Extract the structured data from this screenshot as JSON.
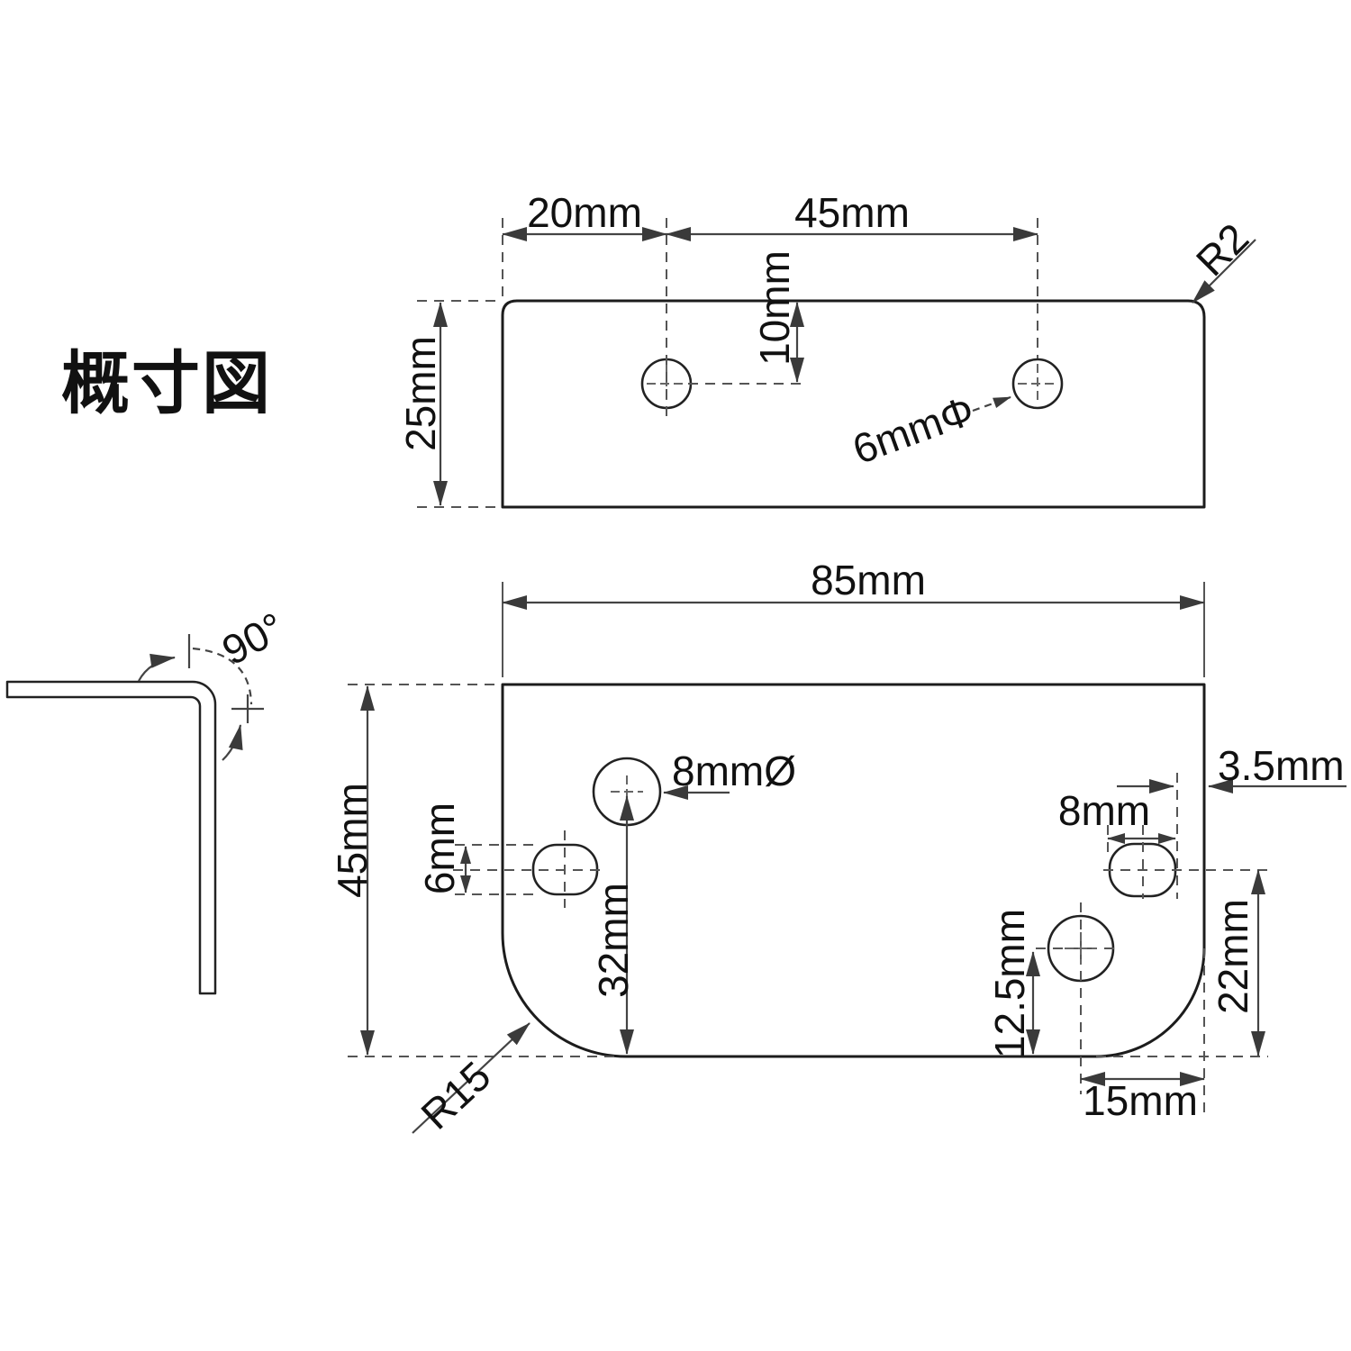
{
  "title": "概寸図",
  "top_view": {
    "dim_left_offset": "20mm",
    "dim_hole_spacing": "45mm",
    "dim_hole_top_offset": "10mm",
    "dim_height": "25mm",
    "corner_radius_label": "R2",
    "hole_diameter_label": "6mmΦ"
  },
  "front_view": {
    "dim_width": "85mm",
    "dim_height": "45mm",
    "large_hole_label": "8mmØ",
    "slot_height_label": "6mm",
    "dim_hole_to_bottom": "32mm",
    "slot_width_label": "8mm",
    "dim_edge_thickness": "3.5mm",
    "dim_slot_to_bottom": "22mm",
    "dim_hole2_to_bottom": "12.5mm",
    "dim_hole2_to_edge": "15mm",
    "corner_radius_label": "R15"
  },
  "side_view": {
    "bend_angle_label": "90°"
  }
}
